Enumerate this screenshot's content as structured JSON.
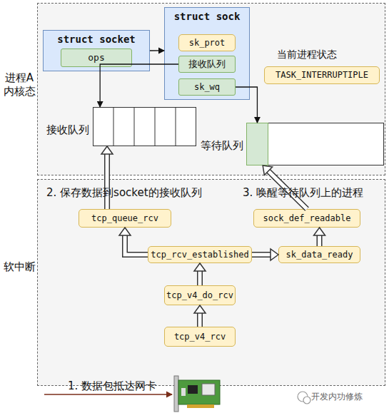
{
  "diagram": {
    "nodes": [
      {
        "text": [
          "进程A 内核态"
        ]
      },
      {
        "text": [
          "struct socket"
        ],
        "in": 0
      },
      {
        "text": [
          "ops"
        ],
        "in": 1
      },
      {
        "text": [
          "struct sock"
        ],
        "in": 0
      },
      {
        "text": [
          "sk_prot"
        ],
        "in": 3
      },
      {
        "text": [
          "接收队列"
        ],
        "in": 3
      },
      {
        "text": [
          "sk_wq"
        ],
        "in": 3
      },
      {
        "text": [
          "TASK_INTERRUPTIPLE"
        ],
        "in": 0
      },
      {
        "text": [
          "接收队列"
        ],
        "in": 0
      },
      {
        "text": [
          "等待队列"
        ],
        "in": 0
      },
      {
        "text": [
          "软中断"
        ]
      },
      {
        "text": [
          "tcp_queue_rcv"
        ],
        "in": 10
      },
      {
        "text": [
          "sock_def_readable"
        ],
        "in": 10
      },
      {
        "text": [
          "tcp_rcv_established"
        ],
        "in": 10
      },
      {
        "text": [
          "sk_data_ready"
        ],
        "in": 10
      },
      {
        "text": [
          "tcp_v4_do_rcv"
        ],
        "in": 10
      },
      {
        "text": [
          "tcp_v4_rcv"
        ],
        "in": 10
      }
    ],
    "edges": [
      {
        "from": 1,
        "to": 3,
        "arrow": "to"
      },
      {
        "from": 5,
        "to": 8,
        "arrow": "to"
      },
      {
        "from": 6,
        "to": 9,
        "arrow": "to"
      },
      {
        "from": 16,
        "to": 15,
        "arrow": "to"
      },
      {
        "from": 15,
        "to": 13,
        "arrow": "to"
      },
      {
        "from": 13,
        "to": 11,
        "arrow": "to"
      },
      {
        "from": 13,
        "to": 14,
        "arrow": "to"
      },
      {
        "from": 14,
        "to": 12,
        "arrow": "to"
      },
      {
        "from": 11,
        "to": 8,
        "arrow": "to"
      },
      {
        "from": 12,
        "to": 9,
        "arrow": "to"
      }
    ],
    "labels": [
      "当前进程状态",
      "2. 保存数据到socket的接收队列",
      "3. 唤醒等待队列上的进程",
      "1. 数据包抵达网卡",
      "开发内功修炼"
    ]
  }
}
